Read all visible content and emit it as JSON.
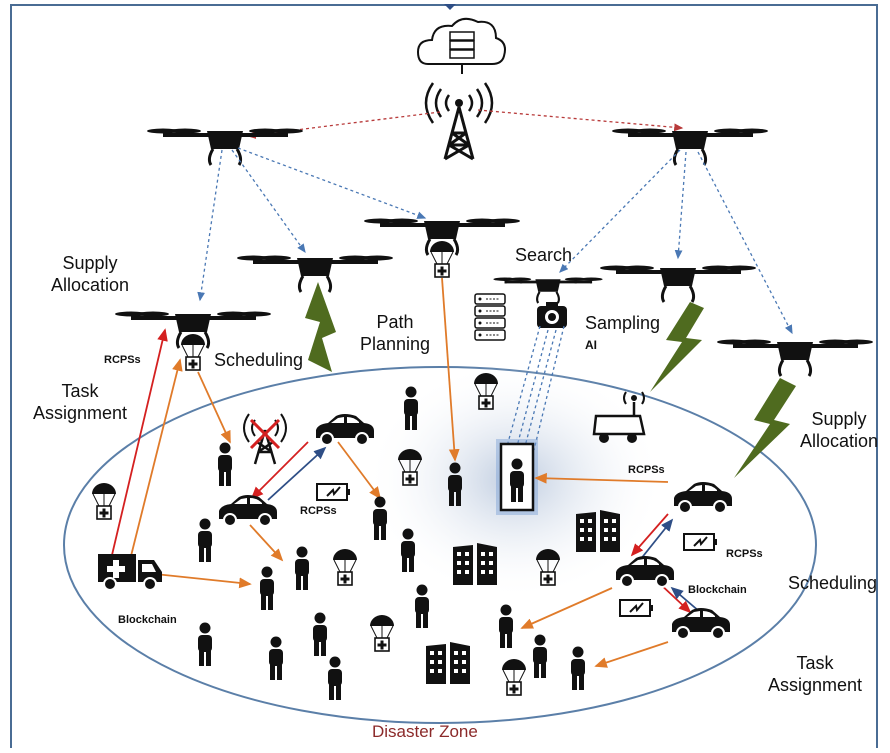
{
  "labels": {
    "supply_allocation_left": [
      "Supply",
      "Allocation"
    ],
    "task_assignment_left": [
      "Task",
      "Assignment"
    ],
    "scheduling_left": "Scheduling",
    "path_planning": [
      "Path",
      "Planning"
    ],
    "search": "Search",
    "sampling": "Sampling",
    "ai": "AI",
    "supply_allocation_right": [
      "Supply",
      "Allocation"
    ],
    "scheduling_right": "Scheduling",
    "task_assignment_right": [
      "Task",
      "Assignment"
    ],
    "disaster_zone": "Disaster Zone"
  },
  "small_labels": {
    "rcpss_top_left": "RCPSs",
    "rcpss_center": "RCPSs",
    "rcpss_robot": "RCPSs",
    "rcpss_right": "RCPSs",
    "blockchain_left": "Blockchain",
    "blockchain_right": "Blockchain"
  },
  "colors": {
    "frame": "#4a6c94",
    "ellipse": "#5b7fa8",
    "orange_arrow": "#e07b2a",
    "red_arrow": "#d42020",
    "blue_arrow": "#2e4e86",
    "dotted_blue": "#4a78b4",
    "dotted_red": "#b83a3a",
    "lightning": "#4f6b1f",
    "zone_text": "#8b2a2a"
  },
  "icons": [
    "cloud-server-icon",
    "cell-tower-icon",
    "drone-icon",
    "parachute-supply-icon",
    "person-icon",
    "car-icon",
    "ambulance-icon",
    "battery-icon",
    "building-icon",
    "robot-icon",
    "camera-icon",
    "server-rack-icon",
    "lightning-icon",
    "broken-tower-icon"
  ]
}
